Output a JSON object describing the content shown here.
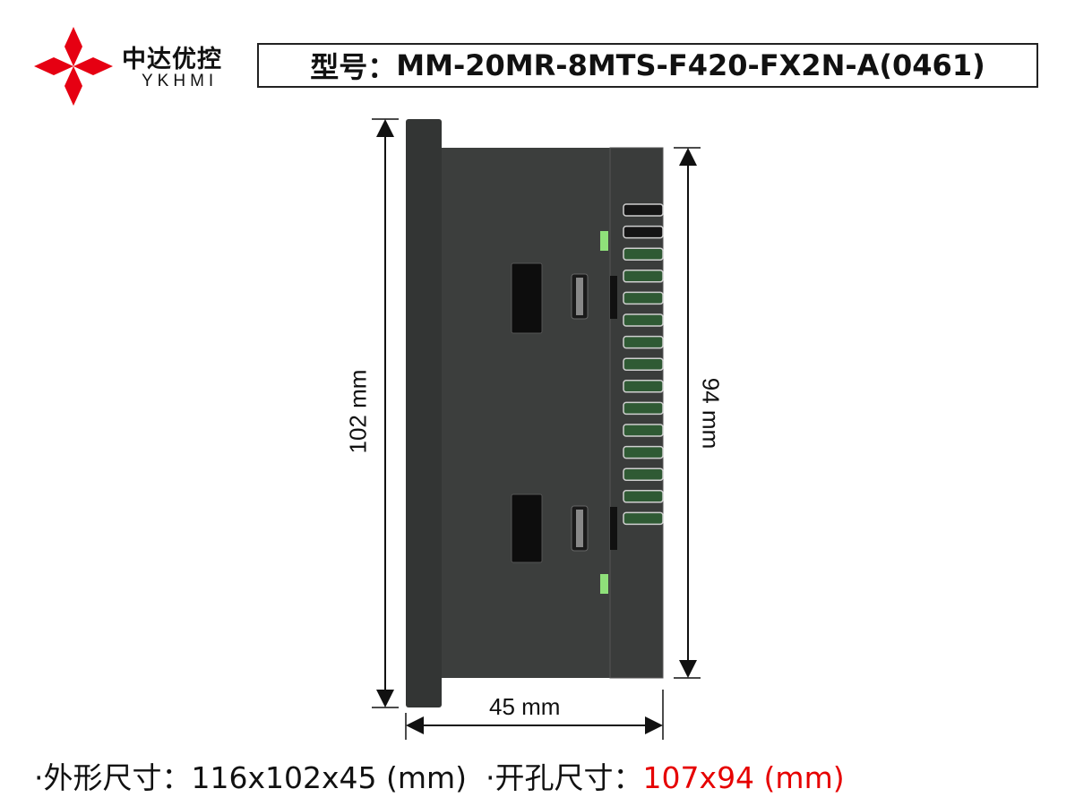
{
  "logo": {
    "name_cn": "中达优控",
    "name_en": "YKHMI",
    "color": "#e60012"
  },
  "title": {
    "label": "型号：",
    "model": "MM-20MR-8MTS-F420-FX2N-A(0461)"
  },
  "dimensions": {
    "height_label": "102 mm",
    "cutout_height_label": "94 mm",
    "depth_label": "45 mm"
  },
  "footer": {
    "outer_label": "·外形尺寸：",
    "outer_value": "116x102x45 (mm)",
    "cutout_label": "·开孔尺寸：",
    "cutout_value": "107x94 (mm)",
    "accent": "#e60000"
  },
  "device": {
    "slot_count": 15,
    "body_color": "#3c3e3d",
    "led_color": "#8fe07a"
  }
}
